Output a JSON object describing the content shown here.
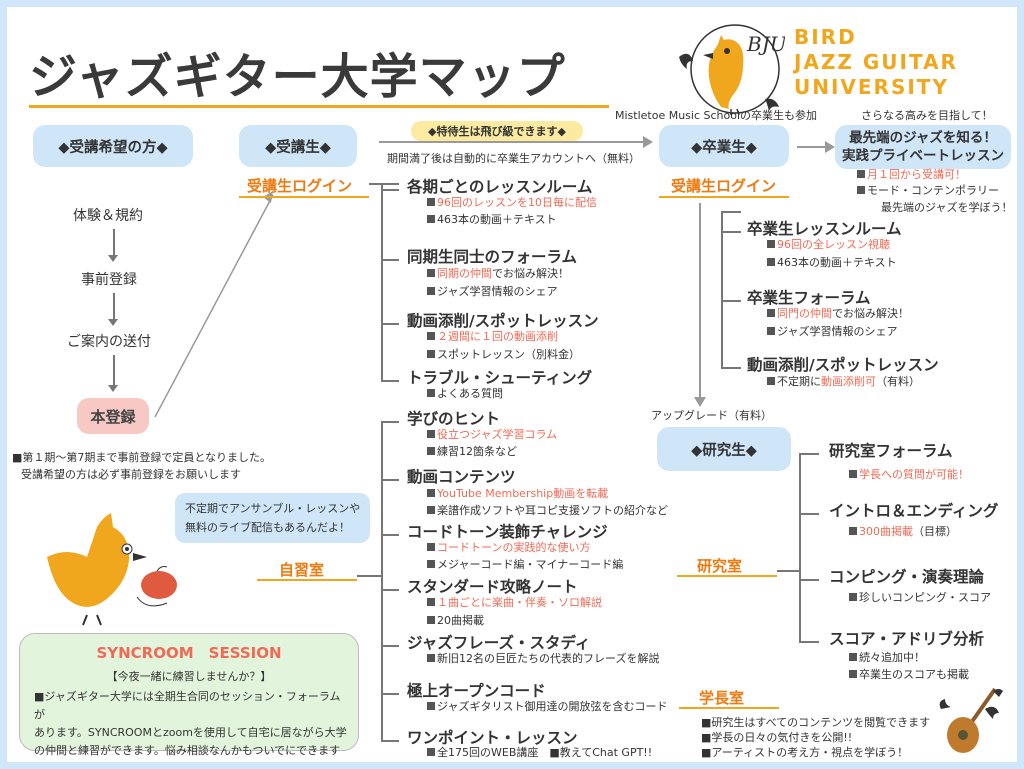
{
  "title": "ジャズギター大学マップ",
  "logo": {
    "monogram": "BJU",
    "line1": "BIRD",
    "line2": "JAZZ GUITAR",
    "line3": "UNIVERSITY"
  },
  "colors": {
    "accent": "#f0a71e",
    "pill_blue": "#cfe5f8",
    "red_text": "#f06a55",
    "orange_head": "#f07a0f"
  },
  "applicant": {
    "header": "◆受講希望の方◆",
    "steps": [
      "体験＆規約",
      "事前登録",
      "ご案内の送付"
    ],
    "final": "本登録",
    "note1": "■第１期〜第7期まで事前登録で定員となりました。",
    "note2": "受講希望の方は必ず事前登録をお願いします"
  },
  "speech": {
    "line1": "不定期でアンサンブル・レッスンや",
    "line2": "無料のライブ配信もあるんだよ！"
  },
  "syncroom": {
    "title": "SYNCROOM　SESSION",
    "subtitle": "【今夜一緒に練習しませんか？】",
    "body": [
      "■ジャズギター大学には全期生合同のセッション・フォーラムが",
      "あります。SYNCROOMとzoomを使用して自宅に居ながら大学",
      "の仲間と練習ができます。悩み相談なんかもついでにできますね。"
    ]
  },
  "student": {
    "header": "◆受講生◆",
    "login": "受講生ログイン",
    "jishu": "自習室",
    "special": "◆特待生は飛び級できます◆",
    "auto_note": "期間満了後は自動的に卒業生アカウントへ（無料）",
    "sections": [
      {
        "title": "各期ごとのレッスンルーム",
        "items": [
          {
            "text": "96回のレッスンを10日毎に配信",
            "red": true
          },
          {
            "text": "463本の動画＋テキスト",
            "red": false
          }
        ]
      },
      {
        "title": "同期生同士のフォーラム",
        "items": [
          {
            "red_part": "同期の仲間",
            "rest": "でお悩み解決！"
          },
          {
            "text": "ジャズ学習情報のシェア",
            "red": false
          }
        ]
      },
      {
        "title": "動画添削/スポットレッスン",
        "items": [
          {
            "text": "２週間に１回の動画添削",
            "red": true
          },
          {
            "text": "スポットレッスン（別料金）",
            "red": false
          }
        ]
      },
      {
        "title": "トラブル・シューティング",
        "items": [
          {
            "text": "よくある質問",
            "red": false
          }
        ]
      }
    ],
    "self_study": [
      {
        "title": "学びのヒント",
        "items": [
          {
            "text": "役立つジャズ学習コラム",
            "red": true
          },
          {
            "text": "練習12箇条など",
            "red": false
          }
        ]
      },
      {
        "title": "動画コンテンツ",
        "items": [
          {
            "text": "YouTube Membership動画を転載",
            "red": true
          },
          {
            "text": "楽譜作成ソフトや耳コピ支援ソフトの紹介など",
            "red": false
          }
        ]
      },
      {
        "title": "コードトーン装飾チャレンジ",
        "items": [
          {
            "text": "コードトーンの実践的な使い方",
            "red": true
          },
          {
            "text": "メジャーコード編・マイナーコード編",
            "red": false
          }
        ]
      },
      {
        "title": "スタンダード攻略ノート",
        "items": [
          {
            "text": "１曲ごとに楽曲・伴奏・ソロ解説",
            "red": true
          },
          {
            "text": "20曲掲載",
            "red": false
          }
        ]
      },
      {
        "title": "ジャズフレーズ・スタディ",
        "items": [
          {
            "text": "新旧12名の巨匠たちの代表的フレーズを解説",
            "red": false
          }
        ]
      },
      {
        "title": "極上オープンコード",
        "items": [
          {
            "text": "ジャズギタリスト御用達の開放弦を含むコード",
            "red": false
          }
        ]
      },
      {
        "title": "ワンポイント・レッスン",
        "items": [
          {
            "text": "全175回のWEB講座　■教えてChat GPT!!",
            "red": false
          }
        ]
      }
    ]
  },
  "graduate": {
    "note_top": "Mistletoe Music Schoolの卒業生も参加",
    "header": "◆卒業生◆",
    "login": "受講生ログイン",
    "sections": [
      {
        "title": "卒業生レッスンルーム",
        "items": [
          {
            "text": "96回の全レッスン視聴",
            "red": true
          },
          {
            "text": "463本の動画＋テキスト",
            "red": false
          }
        ]
      },
      {
        "title": "卒業生フォーラム",
        "items": [
          {
            "red_part": "同門の仲間",
            "rest": "でお悩み解決！"
          },
          {
            "text": "ジャズ学習情報のシェア",
            "red": false
          }
        ]
      },
      {
        "title": "動画添削/スポットレッスン",
        "items": [
          {
            "pre": "不定期に",
            "red_part": "動画添削可",
            "rest": "（有料）"
          }
        ]
      }
    ],
    "upgrade": "アップグレード（有料）"
  },
  "private": {
    "tagline": "さらなる高みを目指して！",
    "header_line1": "最先端のジャズを知る！",
    "header_line2": "実践プライベートレッスン",
    "item1": "月１回から受講可！",
    "item2": "モード・コンテンポラリー",
    "item3": "最先端のジャズを学ぼう！"
  },
  "research": {
    "header": "◆研究生◆",
    "label": "研究室",
    "sections": [
      {
        "title": "研究室フォーラム",
        "items": [
          {
            "text": "学長への質問が可能！",
            "red": true
          }
        ]
      },
      {
        "title": "イントロ＆エンディング",
        "items": [
          {
            "red_part": "300曲掲載",
            "rest": "（目標）"
          }
        ]
      },
      {
        "title": "コンピング・演奏理論",
        "items": [
          {
            "text": "珍しいコンピング・スコア",
            "red": false
          }
        ]
      },
      {
        "title": "スコア・アドリブ分析",
        "items": [
          {
            "text": "続々追加中！",
            "red": false
          },
          {
            "text": "卒業生のスコアも掲載",
            "red": false
          }
        ]
      }
    ],
    "president_label": "学長室",
    "president_notes": [
      "■研究生はすべてのコンテンツを閲覧できます",
      "■学長の日々の気付きを公開!!",
      "■アーティストの考え方・視点を学ぼう！"
    ]
  }
}
